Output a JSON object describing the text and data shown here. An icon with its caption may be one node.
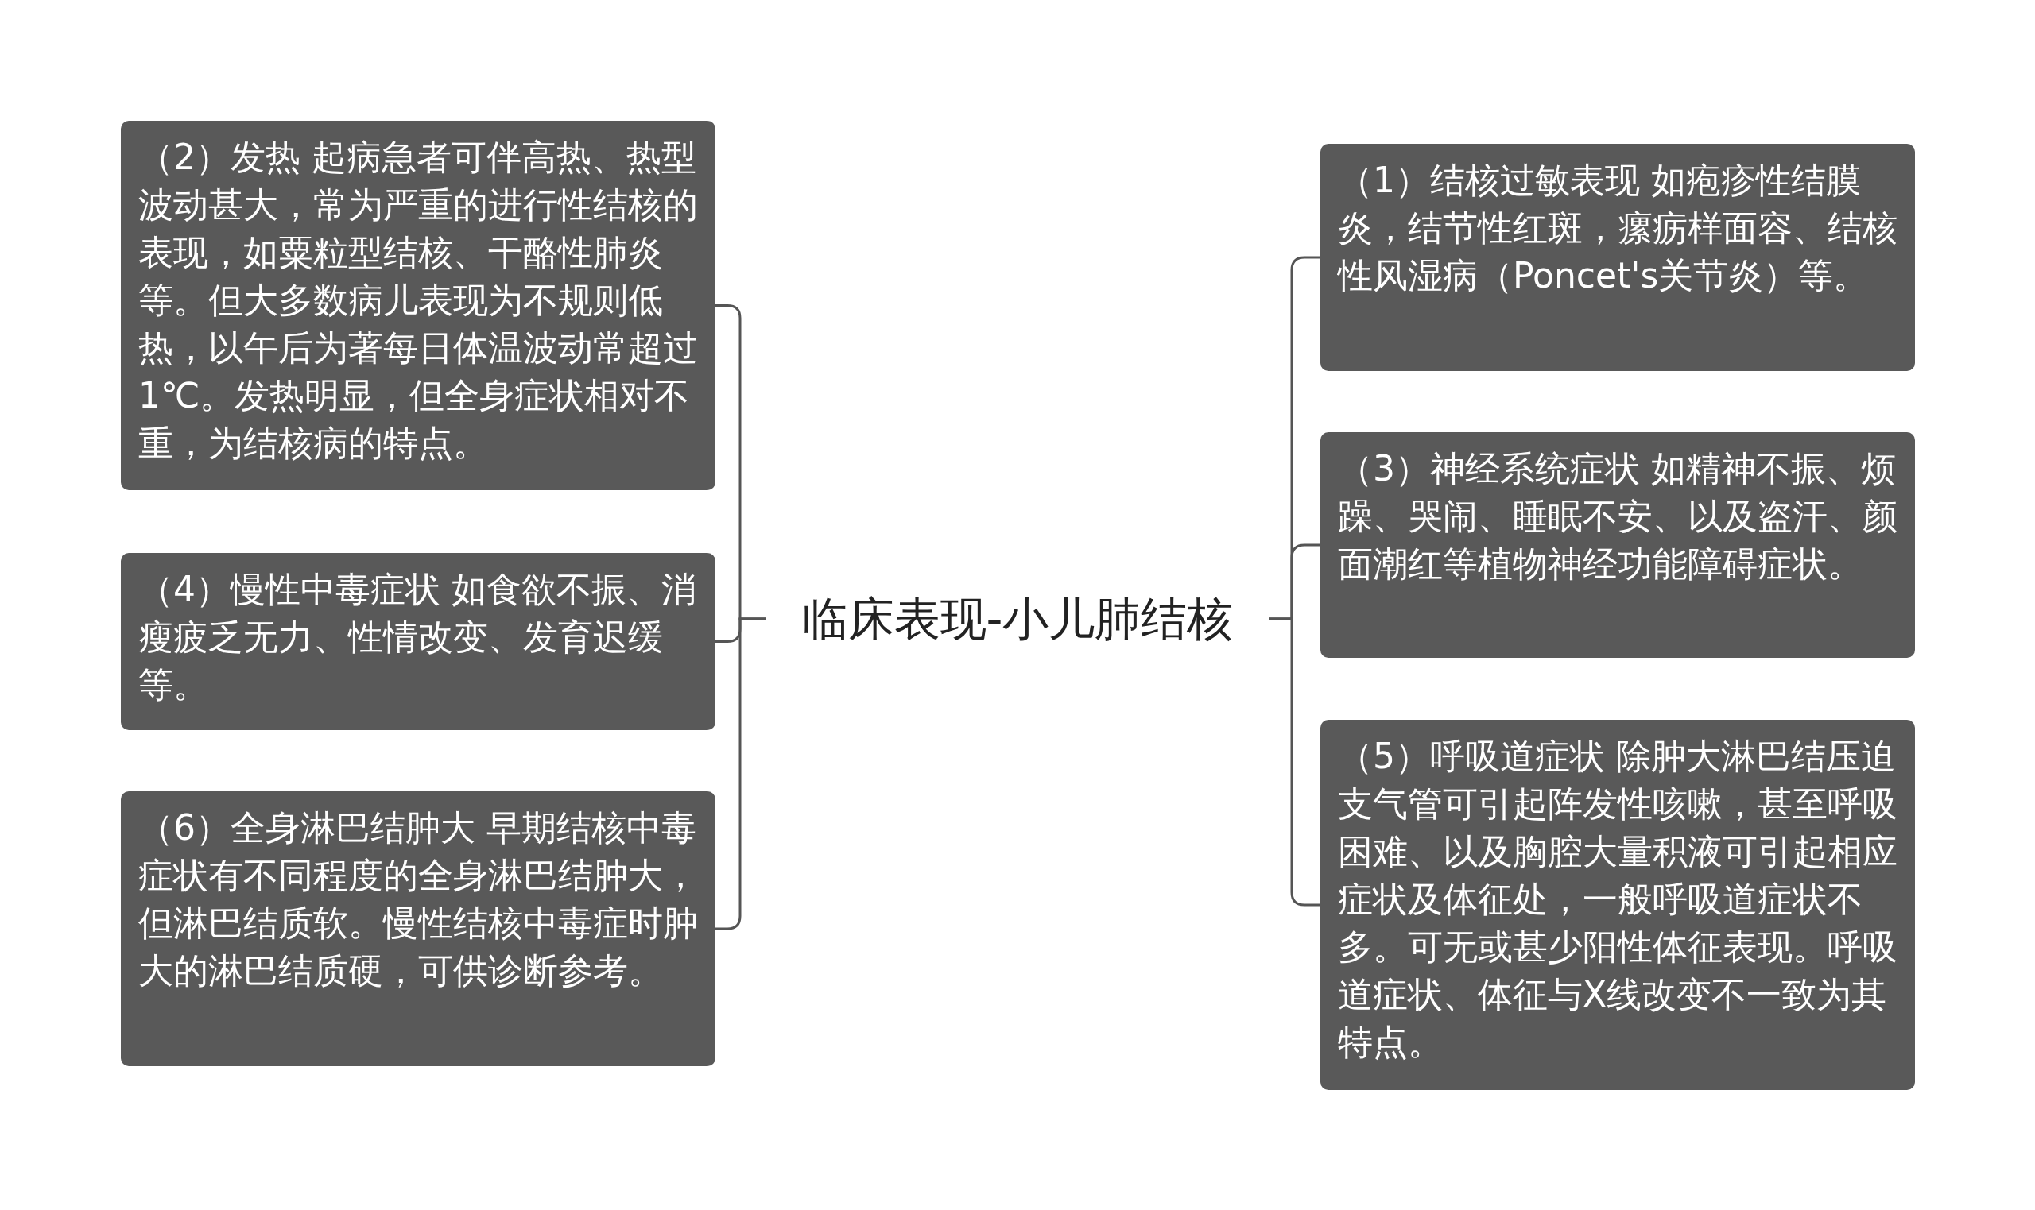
{
  "diagram": {
    "nodes": [
      {
        "text": [
          "临床表现-小儿肺结核"
        ]
      },
      {
        "text": [
          "（2）发热 起病急者可伴高热、热型波动甚大，常为严重的进行性结核的表现，如粟粒型结核、干酪性肺炎等。但大多数病儿表现为不规则低热，以午后为著每日体温波动常超过1℃。发热明显，但全身症状相对不重，为结核病的特点。"
        ]
      },
      {
        "text": [
          "（4）慢性中毒症状 如食欲不振、消瘦疲乏无力、性情改变、发育迟缓等。"
        ]
      },
      {
        "text": [
          "（6）全身淋巴结肿大 早期结核中毒症状有不同程度的全身淋巴结肿大，但淋巴结质软。慢性结核中毒症时肿大的淋巴结质硬，可供诊断参考。"
        ]
      },
      {
        "text": [
          "（1）结核过敏表现 如疱疹性结膜炎，结节性红斑，瘰疬样面容、结核性风湿病（Poncet's关节炎）等。"
        ]
      },
      {
        "text": [
          "（3）神经系统症状 如精神不振、烦躁、哭闹、睡眠不安、以及盗汗、颜面潮红等植物神经功能障碍症状。"
        ]
      },
      {
        "text": [
          "（5）呼吸道症状 除肿大淋巴结压迫支气管可引起阵发性咳嗽，甚至呼吸困难、以及胸腔大量积液可引起相应症状及体征处，一般呼吸道症状不多。可无或甚少阳性体征表现。呼吸道症状、体征与X线改变不一致为其特点。"
        ]
      }
    ],
    "edges": [
      {
        "from": 0,
        "to": 1,
        "arrow": "none"
      },
      {
        "from": 0,
        "to": 2,
        "arrow": "none"
      },
      {
        "from": 0,
        "to": 3,
        "arrow": "none"
      },
      {
        "from": 0,
        "to": 4,
        "arrow": "none"
      },
      {
        "from": 0,
        "to": 5,
        "arrow": "none"
      },
      {
        "from": 0,
        "to": 6,
        "arrow": "none"
      }
    ]
  }
}
